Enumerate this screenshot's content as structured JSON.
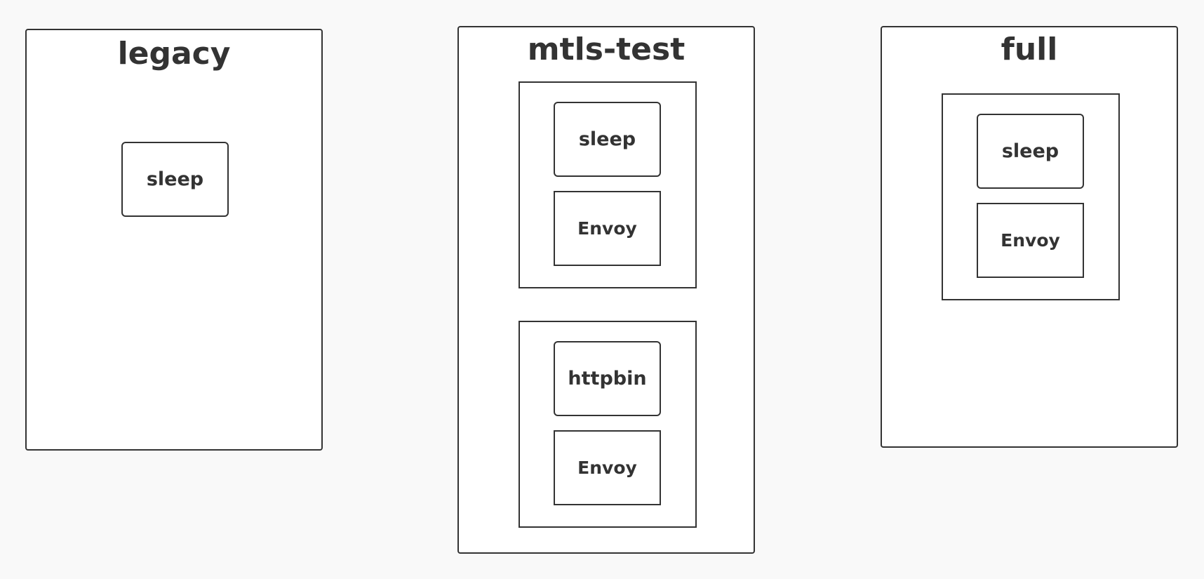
{
  "namespaces": [
    {
      "title": "legacy",
      "containers": [
        {
          "label": "sleep"
        }
      ]
    },
    {
      "title": "mtls-test",
      "pods": [
        {
          "app": "sleep",
          "sidecar": "Envoy"
        },
        {
          "app": "httpbin",
          "sidecar": "Envoy"
        }
      ]
    },
    {
      "title": "full",
      "pods": [
        {
          "app": "sleep",
          "sidecar": "Envoy"
        }
      ]
    }
  ],
  "colors": {
    "background": "#f9f9f9",
    "box_fill": "#ffffff",
    "stroke": "#333333",
    "text": "#333333"
  }
}
